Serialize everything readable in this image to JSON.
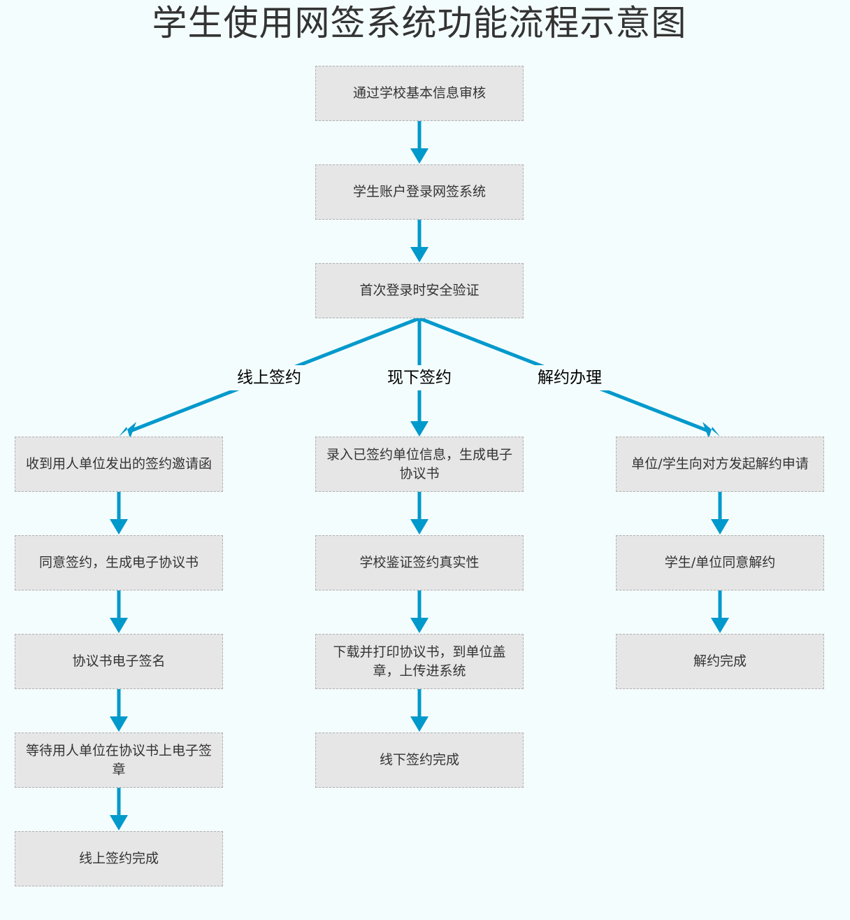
{
  "title": "学生使用网签系统功能流程示意图",
  "colors": {
    "background": "#f4fdfd",
    "node_fill": "#e6e6e6",
    "node_border": "#b0b0b0",
    "connector": "#0099cc"
  },
  "flow": {
    "steps": [
      "通过学校基本信息审核",
      "学生账户登录网签系统",
      "首次登录时安全验证"
    ],
    "branches": [
      {
        "label": "线上签约",
        "steps": [
          "收到用人单位发出的签约邀请函",
          "同意签约，生成电子协议书",
          "协议书电子签名",
          "等待用人单位在协议书上电子签章",
          "线上签约完成"
        ]
      },
      {
        "label": "现下签约",
        "steps": [
          "录入已签约单位信息，生成电子协议书",
          "学校鉴证签约真实性",
          "下载并打印协议书，到单位盖章，上传进系统",
          "线下签约完成"
        ]
      },
      {
        "label": "解约办理",
        "steps": [
          "单位/学生向对方发起解约申请",
          "学生/单位同意解约",
          "解约完成"
        ]
      }
    ]
  }
}
